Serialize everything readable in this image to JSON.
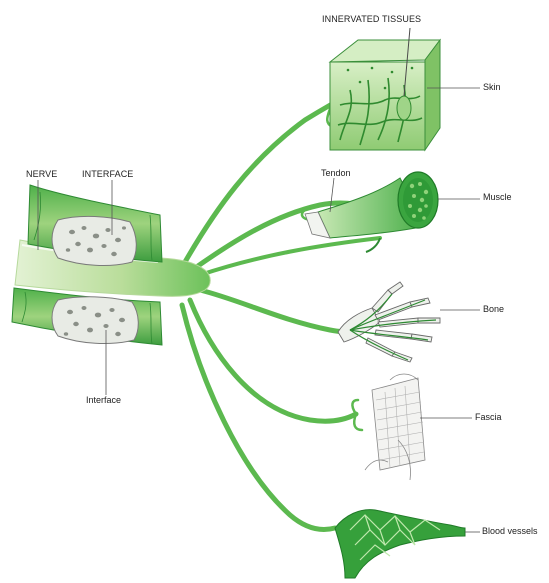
{
  "labels": {
    "innervated_tissues": "INNERVATED TISSUES",
    "nerve": "NERVE",
    "interface_top": "INTERFACE",
    "interface_bottom": "Interface",
    "skin": "Skin",
    "tendon": "Tendon",
    "muscle": "Muscle",
    "bone": "Bone",
    "fascia": "Fascia",
    "blood_vessels": "Blood vessels"
  },
  "colors": {
    "nerve_light": "#c9e6b0",
    "nerve_mid": "#6cc15a",
    "nerve_dark": "#2e9a3a",
    "tissue_green": "#3aa53f",
    "bone_fill": "#eef1ec",
    "outline": "#4a4a4a",
    "label_line": "#555555"
  }
}
